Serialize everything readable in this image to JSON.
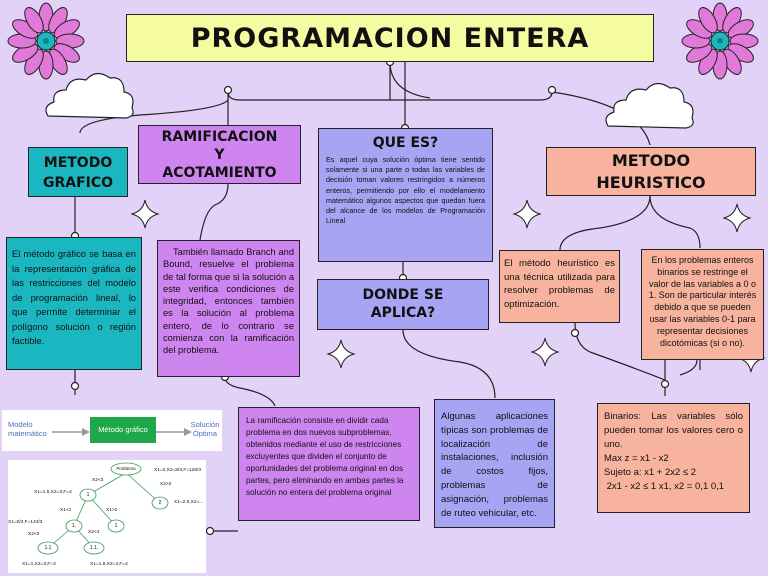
{
  "main_title": "PROGRAMACION ENTERA",
  "metodo_grafico": {
    "title_line1": "METODO",
    "title_line2": "GRAFICO",
    "body": "El método gráfico se basa en la representación gráfica de las restricciones del modelo de programación lineal, lo que permite determinar el polígono solución o región factible."
  },
  "ramificacion": {
    "title_line1": "RAMIFICACION",
    "title_line2": "Y",
    "title_line3": "ACOTAMIENTO",
    "body": "También llamado Branch and Bound, resuelve el problema de tal forma que si la solución a este verifica condiciones de integridad, entonces también es la solución al problema entero, de lo contrario se comienza con la ramificación del problema.",
    "body2": "La ramificación consiste en dividir cada problema en dos nuevos subproblemas, obtenidos mediante el uso de restricciones excluyentes que dividen el conjunto de oportunidades del problema original en dos partes, pero eliminando en ambas partes la solución no entera del problema original"
  },
  "que_es": {
    "title": "QUE ES?",
    "body": "Es aquel cuya solución óptima tiene sentido solamente si una parte o todas las variables de decisión toman valores restringidos a números enteros, permitiendo por ello el modelamiento matemático algunos aspectos que quedan fuera del alcance de los modelos de Programación Lineal"
  },
  "donde": {
    "title_line1": "DONDE SE",
    "title_line2": "APLICA?",
    "body": "Algunas aplicaciones típicas son problemas de localización de instalaciones, inclusión de costos fijos, problemas de asignación, problemas de ruteo vehicular, etc."
  },
  "heuristico": {
    "title_line1": "METODO",
    "title_line2": "HEURISTICO",
    "body": "El método heurístico es una técnica utilizada para resolver problemas de optimización.",
    "binary_note": "En los problemas enteros binarios se restringe el valor de las variables a 0 o 1. Son de particular interés debido a que se pueden usar las variables 0-1 para representar decisiones dicotómicas (si o no).",
    "binarios_lines": [
      "Binarios: Las variables sólo pueden tomar los valores cero o uno.",
      "Max z = x1 - x2",
      "Sujeto a: x1 + 2x2 ≤ 2",
      " 2x1 - x2 ≤ 1 x1, x2 = 0,1 0,1"
    ]
  },
  "flow": {
    "left": "Modelo matemático",
    "middle": "Método gráfico",
    "right": "Solución Óptima"
  },
  "tree": {
    "root": "Problema",
    "n1": "X1=2,X2=8/3,F=128/3",
    "left_branch": "X2<3",
    "right_branch": "X2>2",
    "n2_label": "X1=1.5,X2=3,F=4",
    "n2": "1",
    "n3": "2",
    "n4_branch": "X1<1",
    "n5_branch": "X1>2",
    "n4": "1.",
    "n5": "1",
    "n6_label": "X1=2.5,X2=...",
    "n7_label": "X1=0/3,F=124/3",
    "n8_branch": "X2<4",
    "n8": "1.1",
    "n9": "1.1.",
    "n10_label": "X2<3",
    "bottom_left": "X1=1,X2=3,F=3",
    "bottom_right": "X1=1.8,X2=4,F=4"
  },
  "colors": {
    "background": "#e3d2f8",
    "yellow": "#f5fba0",
    "teal": "#1ab7c1",
    "purple": "#cf85ef",
    "periwinkle": "#a6a4f3",
    "salmon": "#f7b39e",
    "flower": "#e079d8"
  }
}
